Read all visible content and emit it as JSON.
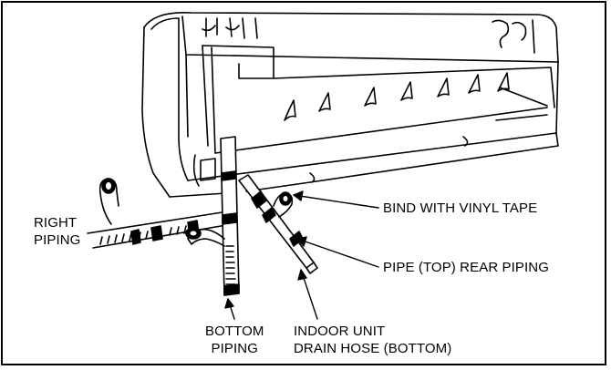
{
  "labels": {
    "right_piping": [
      "RIGHT",
      "PIPING"
    ],
    "bind_tape": "BIND WITH VINYL TAPE",
    "pipe_rear": "PIPE (TOP) REAR PIPING",
    "bottom_piping": [
      "BOTTOM",
      "PIPING"
    ],
    "indoor_drain": [
      "INDOOR UNIT",
      "DRAIN HOSE (BOTTOM)"
    ]
  }
}
